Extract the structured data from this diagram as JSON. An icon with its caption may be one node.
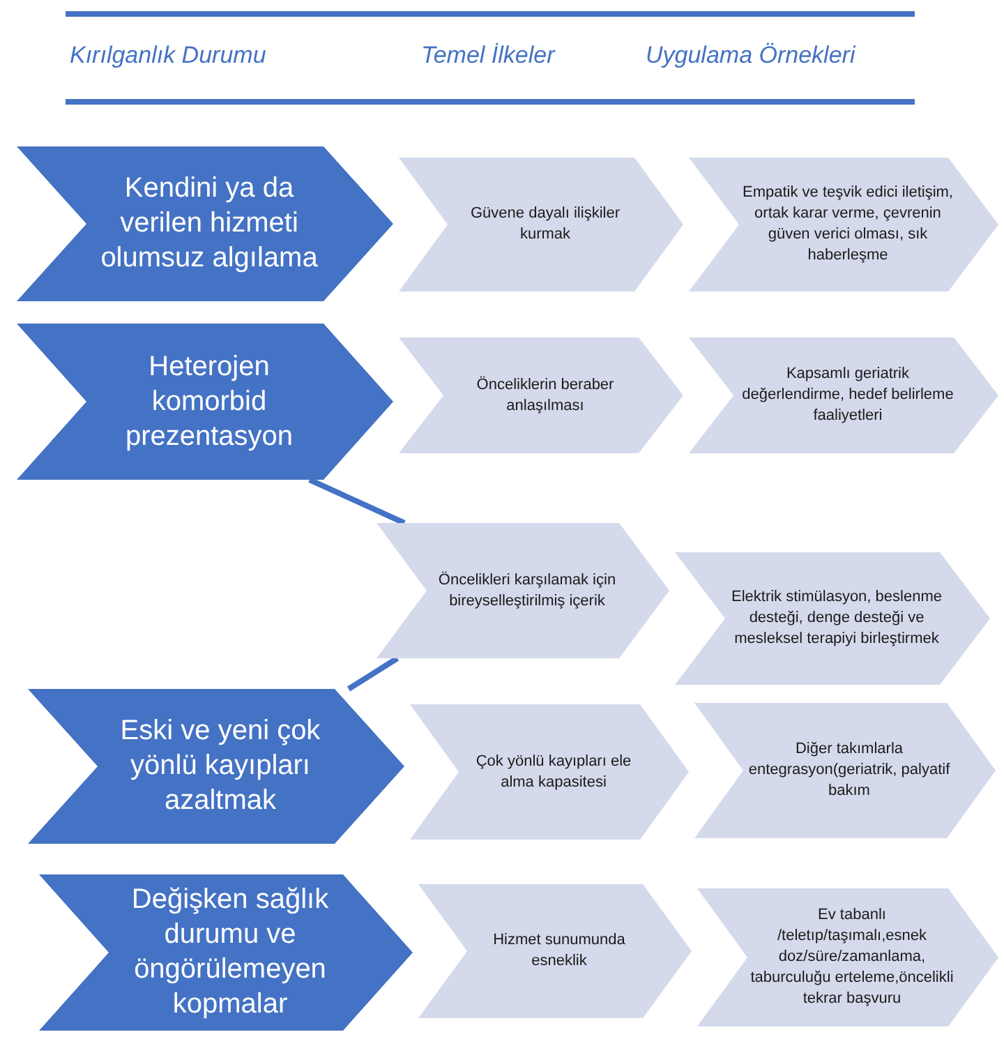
{
  "diagram": {
    "nodes": [
      {
        "text": [
          "Kendini ya da verilen hizmeti olumsuz algılama"
        ]
      },
      {
        "text": [
          "Güvene dayalı ilişkiler kurmak"
        ]
      },
      {
        "text": [
          "Empatik ve teşvik edici iletişim, ortak karar verme, çevrenin güven verici olması, sık haberleşme"
        ]
      },
      {
        "text": [
          "Heterojen komorbid prezentasyon"
        ]
      },
      {
        "text": [
          "Önceliklerin beraber anlaşılması"
        ]
      },
      {
        "text": [
          "Kapsamlı geriatrik değerlendirme, hedef belirleme faaliyetleri"
        ]
      },
      {
        "text": [
          "Öncelikleri karşılamak için bireyselleştirilmiş içerik"
        ]
      },
      {
        "text": [
          "Elektrik stimülasyon, beslenme desteği, denge desteği ve mesleksel terapiyi birleştirmek"
        ]
      },
      {
        "text": [
          "Eski ve yeni çok yönlü kayıpları azaltmak"
        ]
      },
      {
        "text": [
          "Çok yönlü kayıpları ele alma kapasitesi"
        ]
      },
      {
        "text": [
          "Diğer takımlarla entegrasyon(geriatrik, palyatif bakım"
        ]
      },
      {
        "text": [
          "Değişken sağlık durumu ve öngörülemeyen kopmalar"
        ]
      },
      {
        "text": [
          "Hizmet sunumunda esneklik"
        ]
      },
      {
        "text": [
          "Ev tabanlı /teletıp/taşımalı,esnek doz/süre/zamanlama, taburculuğu erteleme,öncelikli tekrar başvuru"
        ]
      }
    ],
    "edges": [
      {
        "from": 3,
        "to": 6,
        "arrow": "none"
      },
      {
        "from": 6,
        "to": 8,
        "arrow": "none"
      }
    ],
    "labels": [
      "Kırılganlık Durumu",
      "Temel İlkeler",
      "Uygulama Örnekleri"
    ]
  }
}
